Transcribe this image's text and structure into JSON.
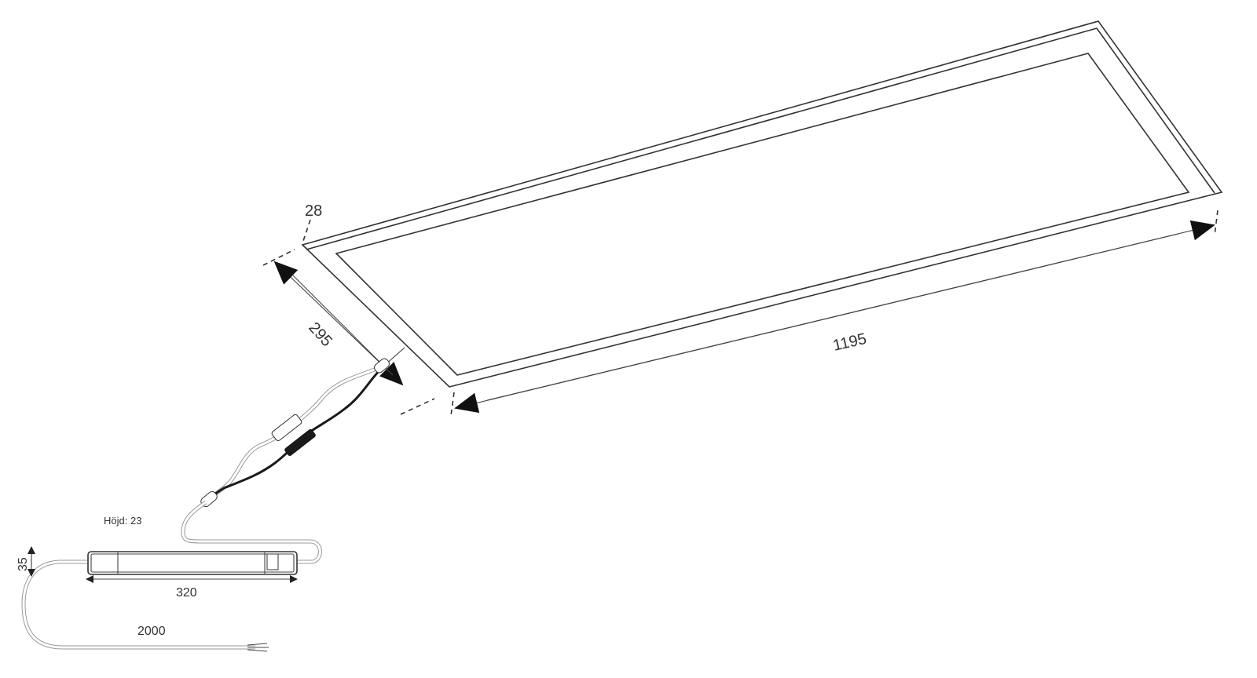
{
  "diagram": {
    "panel": {
      "length_label": "1195",
      "width_label": "295",
      "thickness_label": "28"
    },
    "driver": {
      "height_note": "Höjd: 23",
      "depth_label": "35",
      "length_label": "320",
      "cable_length_label": "2000"
    },
    "colors": {
      "line": "#333333",
      "cable_dark": "#1a1a1a",
      "background": "#ffffff"
    }
  }
}
